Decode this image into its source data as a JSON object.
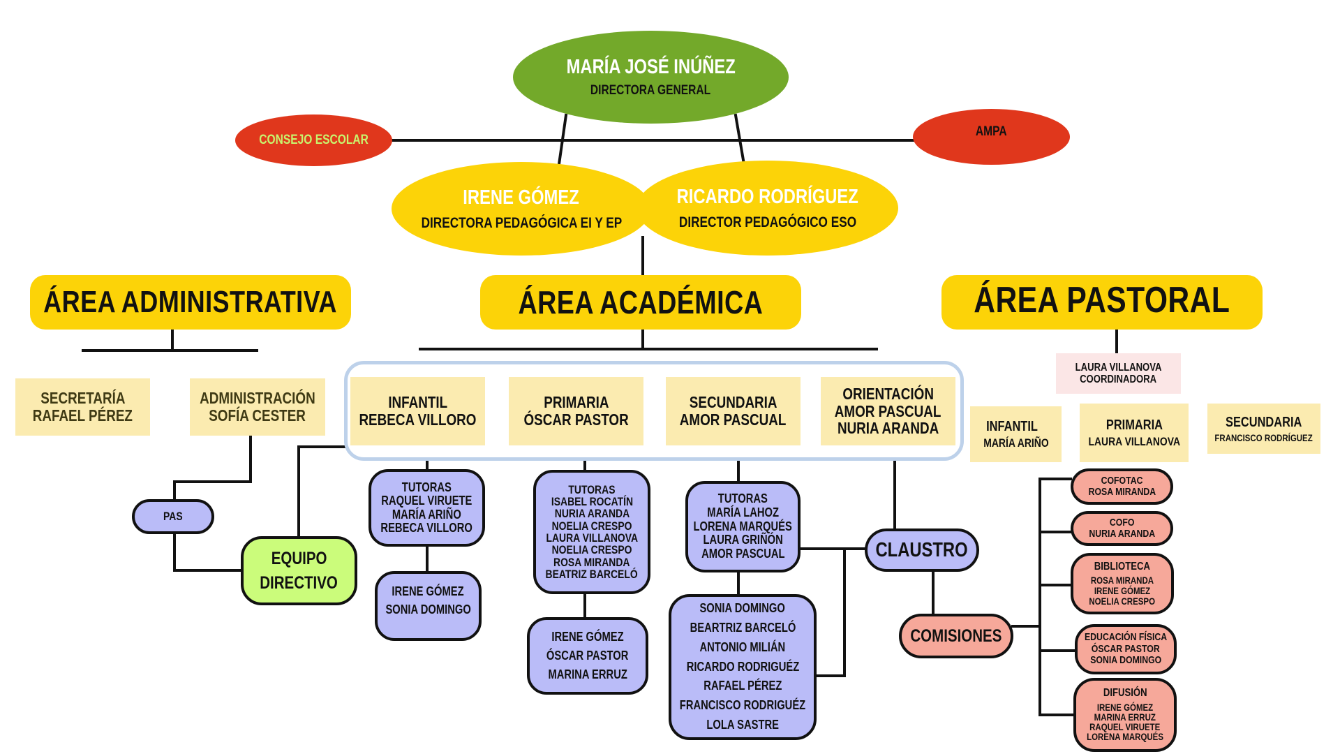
{
  "title": "Organigrama del centro",
  "colors": {
    "director_general": "#73A92A",
    "external_bodies": "#E0371C",
    "directors_pedagogical": "#FCD308",
    "area_header": "#FCD308",
    "department_box": "#FBEBB0",
    "coordinator_box": "#FBE6E6",
    "staff_group": "#BABCF8",
    "equipo_directivo": "#CBFC7B",
    "commissions": "#F6A89A",
    "academic_container_border": "#BDD1EA"
  },
  "top": {
    "director_general": {
      "name": "MARÍA JOSÉ INÚÑEZ",
      "role": "DIRECTORA GENERAL"
    },
    "consejo_escolar": "CONSEJO ESCOLAR",
    "ampa": "AMPA",
    "pedagogical_directors": [
      {
        "name": "IRENE GÓMEZ",
        "role": "DIRECTORA PEDAGÓGICA EI Y EP"
      },
      {
        "name": "RICARDO RODRÍGUEZ",
        "role": "DIRECTOR PEDAGÓGICO ESO"
      }
    ]
  },
  "areas": {
    "administrativa": {
      "title": "ÁREA ADMINISTRATIVA",
      "units": [
        {
          "line1": "SECRETARÍA",
          "line2": "RAFAEL PÉREZ"
        },
        {
          "line1": "ADMINISTRACIÓN",
          "line2": "SOFÍA CESTER"
        }
      ],
      "pas": "PAS",
      "equipo_directivo": {
        "line1": "EQUIPO",
        "line2": "DIRECTIVO"
      }
    },
    "academica": {
      "title": "ÁREA ACADÉMICA",
      "units": [
        {
          "lines": [
            "INFANTIL",
            "REBECA VILLORO"
          ]
        },
        {
          "lines": [
            "PRIMARIA",
            "ÓSCAR PASTOR"
          ]
        },
        {
          "lines": [
            "SECUNDARIA",
            "AMOR PASCUAL"
          ]
        },
        {
          "lines": [
            "ORIENTACIÓN",
            "AMOR PASCUAL",
            "NURIA ARANDA"
          ]
        }
      ],
      "infantil_tutoras": [
        "TUTORAS",
        "RAQUEL VIRUETE",
        "MARÍA ARIÑO",
        "REBECA VILLORO"
      ],
      "infantil_others": [
        "IRENE GÓMEZ",
        "SONIA DOMINGO"
      ],
      "primaria_tutoras": [
        "TUTORAS",
        "ISABEL ROCATÍN",
        "NURIA ARANDA",
        "NOELIA CRESPO",
        "LAURA VILLANOVA",
        "NOELIA CRESPO",
        "ROSA MIRANDA",
        "BEATRIZ BARCELÓ"
      ],
      "primaria_others": [
        "IRENE GÓMEZ",
        "ÓSCAR PASTOR",
        "MARINA ERRUZ"
      ],
      "secundaria_tutoras": [
        "TUTORAS",
        "MARÍA LAHOZ",
        "LORENA MARQUÉS",
        "LAURA GRIÑÓN",
        "AMOR PASCUAL"
      ],
      "secundaria_others": [
        "SONIA DOMINGO",
        "BEARTRIZ BARCELÓ",
        "ANTONIO MILIÁN",
        "RICARDO RODRIGUÉZ",
        "RAFAEL PÉREZ",
        "FRANCISCO RODRIGUÉZ",
        "LOLA SASTRE"
      ],
      "claustro": "CLAUSTRO",
      "comisiones": "COMISIONES",
      "commissions": [
        {
          "name": "COFOTAC",
          "members": [
            "ROSA MIRANDA"
          ]
        },
        {
          "name": "COFO",
          "members": [
            "NURIA ARANDA"
          ]
        },
        {
          "name": "BIBLIOTECA",
          "members": [
            "ROSA MIRANDA",
            "IRENE GÓMEZ",
            "NOELIA CRESPO"
          ]
        },
        {
          "name": "EDUCACIÓN FÍSICA",
          "members": [
            "ÓSCAR PASTOR",
            "SONIA DOMINGO"
          ]
        },
        {
          "name": "DIFUSIÓN",
          "members": [
            "IRENE GÓMEZ",
            "MARINA ERRUZ",
            "RAQUEL VIRUETE",
            "LORENA MARQUÉS"
          ]
        }
      ]
    },
    "pastoral": {
      "title": "ÁREA PASTORAL",
      "coordinator": {
        "name": "LAURA VILLANOVA",
        "role": "COORDINADORA"
      },
      "units": [
        {
          "line1": "INFANTIL",
          "line2": "MARÍA ARIÑO"
        },
        {
          "line1": "PRIMARIA",
          "line2": "LAURA VILLANOVA"
        },
        {
          "line1": "SECUNDARIA",
          "line2": "FRANCISCO RODRÍGUEZ"
        }
      ]
    }
  }
}
